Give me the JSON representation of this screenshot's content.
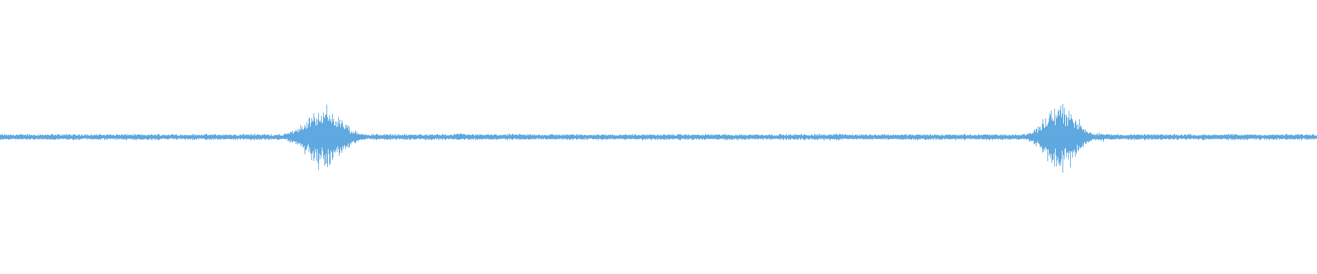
{
  "waveform": {
    "color": "#5FA8E0",
    "background": "#ffffff",
    "baseline_amplitude": 0.025,
    "bursts": [
      {
        "position": 0.195,
        "amplitude": 0.03
      },
      {
        "position": 0.222,
        "amplitude": 0.05
      },
      {
        "position": 0.245,
        "amplitude": 0.27
      },
      {
        "position": 0.252,
        "amplitude": 0.16
      },
      {
        "position": 0.35,
        "amplitude": 0.03
      },
      {
        "position": 0.635,
        "amplitude": 0.03
      },
      {
        "position": 0.805,
        "amplitude": 0.28
      },
      {
        "position": 0.835,
        "amplitude": 0.04
      }
    ]
  }
}
